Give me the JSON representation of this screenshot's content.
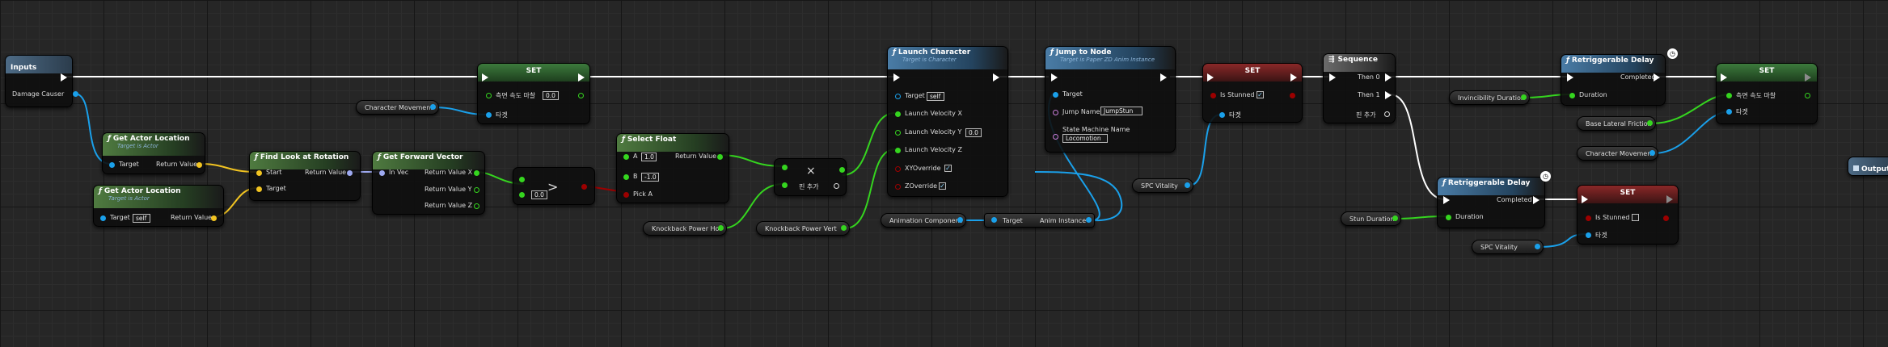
{
  "inputs": {
    "title": "Inputs",
    "damage_causer": "Damage Causer"
  },
  "output": {
    "title": "Output"
  },
  "vars": {
    "character_movement": "Character Movement",
    "knockback_power_hor": "Knockback Power Hor",
    "knockback_power_vert": "Knockback Power Vert",
    "animation_component": "Animation Component",
    "spc_vitality": "SPC Vitality",
    "invincibility_duration": "Invincibility Duration",
    "base_lateral_friction": "Base Lateral Friction",
    "stun_duration": "Stun Duration"
  },
  "labels": {
    "target": "Target",
    "return_value": "Return Value",
    "self": "self",
    "set": "SET",
    "duration": "Duration",
    "completed": "Completed",
    "start": "Start",
    "in_vec": "In Vec",
    "add_pin": "핀 추가"
  },
  "get_actor_location": {
    "title": "Get Actor Location",
    "subtitle": "Target is Actor"
  },
  "find_look_at_rotation": {
    "title": "Find Look at Rotation"
  },
  "get_forward_vector": {
    "title": "Get Forward Vector",
    "return_x": "Return Value X",
    "return_y": "Return Value Y",
    "return_z": "Return Value Z"
  },
  "compare": {
    "value": "0.0",
    "op": ">"
  },
  "select_float": {
    "title": "Select Float",
    "a": "A",
    "a_value": "1.0",
    "b": "B",
    "b_value": "-1.0",
    "pick_a": "Pick A"
  },
  "multiply": {
    "op": "×"
  },
  "set1": {
    "var_label": "측면 속도 마찰",
    "value": "0.0",
    "target_label": "타겟"
  },
  "launch_character": {
    "title": "Launch Character",
    "subtitle": "Target is Character",
    "velocity_x": "Launch Velocity X",
    "velocity_y": "Launch Velocity Y",
    "velocity_y_value": "0.0",
    "velocity_z": "Launch Velocity Z",
    "xy_override": "XYOverride",
    "z_override": "ZOverride",
    "check": "✓"
  },
  "jump_to_node": {
    "title": "Jump to Node",
    "subtitle": "Target is Paper ZD Anim Instance",
    "jump_name": "Jump Name",
    "jump_name_value": "JumpStun",
    "state_machine_name": "State Machine Name",
    "state_machine_value": "Locomotion",
    "anim_instance": "Anim Instance"
  },
  "set_stunned": {
    "is_stunned": "Is Stunned",
    "check": "✓",
    "target_label": "타겟"
  },
  "sequence": {
    "title": "Sequence",
    "then0": "Then 0",
    "then1": "Then 1"
  },
  "retriggerable_delay": {
    "title": "Retriggerable Delay"
  },
  "set_final": {
    "var_label": "측면 속도 마찰",
    "target_label": "타겟"
  },
  "set_stun_off": {
    "is_stunned": "Is Stunned",
    "target_label": "타겟"
  },
  "colors": {
    "exec": "#ffffff",
    "object": "#1aa0ea",
    "vector": "#f2c421",
    "float": "#35d51f",
    "rotator": "#9ea9f0",
    "bool": "#9c0000",
    "struct": "#6e44b0"
  }
}
